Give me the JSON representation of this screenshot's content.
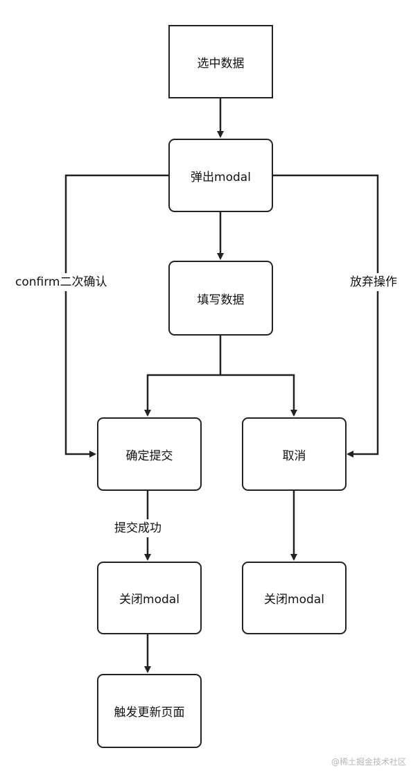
{
  "nodes": {
    "select_data": "选中数据",
    "open_modal": "弹出modal",
    "fill_data": "填写数据",
    "confirm_submit": "确定提交",
    "cancel": "取消",
    "close_modal_left": "关闭modal",
    "close_modal_right": "关闭modal",
    "trigger_refresh": "触发更新页面"
  },
  "edge_labels": {
    "confirm_twice": "confirm二次确认",
    "abandon": "放弃操作",
    "submit_success": "提交成功"
  },
  "watermark": "@稀土掘金技术社区"
}
